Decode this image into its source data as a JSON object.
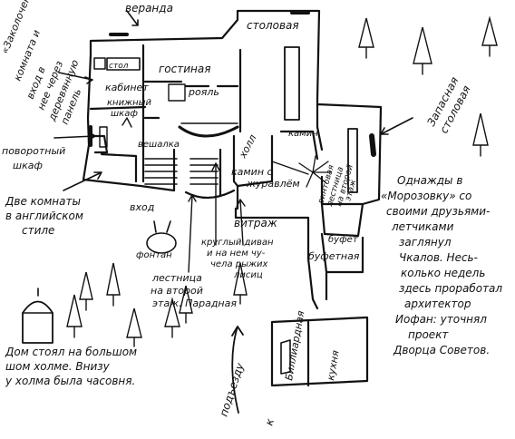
{
  "labels": {
    "veranda": "веранда",
    "stolovaya": "столовая",
    "zakolochennaya_1": "«Заколоченная»",
    "zakolochennaya_2": "комната и",
    "zakolochennaya_3": "вход в",
    "zakolochennaya_4": "нее через",
    "zakolochennaya_5": "деревянную",
    "zakolochennaya_6": "панель",
    "stol": "стол",
    "gostinaya": "гостиная",
    "royal": "рояль",
    "kabinet": "кабинет",
    "knizhny_1": "книжный",
    "knizhny_2": "шкаф",
    "povorotny_1": "поворотный",
    "povorotny_2": "шкаф",
    "veshalka": "вешалка",
    "holl": "холл",
    "kamin": "камин",
    "kamin_zhurav_1": "камин с",
    "kamin_zhurav_2": "журавлём",
    "zapasnaya_1": "Запасная",
    "zapasnaya_2": "столовая",
    "vintovaya_1": "винтовая",
    "vintovaya_2": "лестница",
    "vintovaya_3": "на второй",
    "vintovaya_4": "этаж",
    "dve_komnaty_1": "Две комнаты",
    "dve_komnaty_2": "в английском",
    "dve_komnaty_3": "стиле",
    "vhod": "вход",
    "vitrazh": "витраж",
    "bufet": "буфет",
    "bufetnaya": "буфетная",
    "fontan": "фонтан",
    "kruglyi_1": "круглый диван",
    "kruglyi_2": "и на нем чу-",
    "kruglyi_3": "чела рыжих",
    "kruglyi_4": "лисиц",
    "lestnica_1": "лестница",
    "lestnica_2": "на второй",
    "lestnica_3": "этаж. Парадная",
    "note_1": "Однажды в",
    "note_2": "«Морозовку» со",
    "note_3": "своими друзьями-",
    "note_4": "летчиками",
    "note_5": "заглянул",
    "note_6": "Чкалов. Несь-",
    "note_7": "колько недель",
    "note_8": "здесь проработал",
    "note_9": "архитектор",
    "note_10": "Иофан: уточнял",
    "note_11": "проект",
    "note_12": "Дворца Советов.",
    "dom_1": "Дом стоял на большом",
    "dom_2": "шом холме. Внизу",
    "dom_3": "у холма была часовня.",
    "biliardnaya": "Биллиардная",
    "kuhnya": "кухня",
    "k_podezdu_1": "к",
    "k_podezdu_2": "подъезду"
  }
}
